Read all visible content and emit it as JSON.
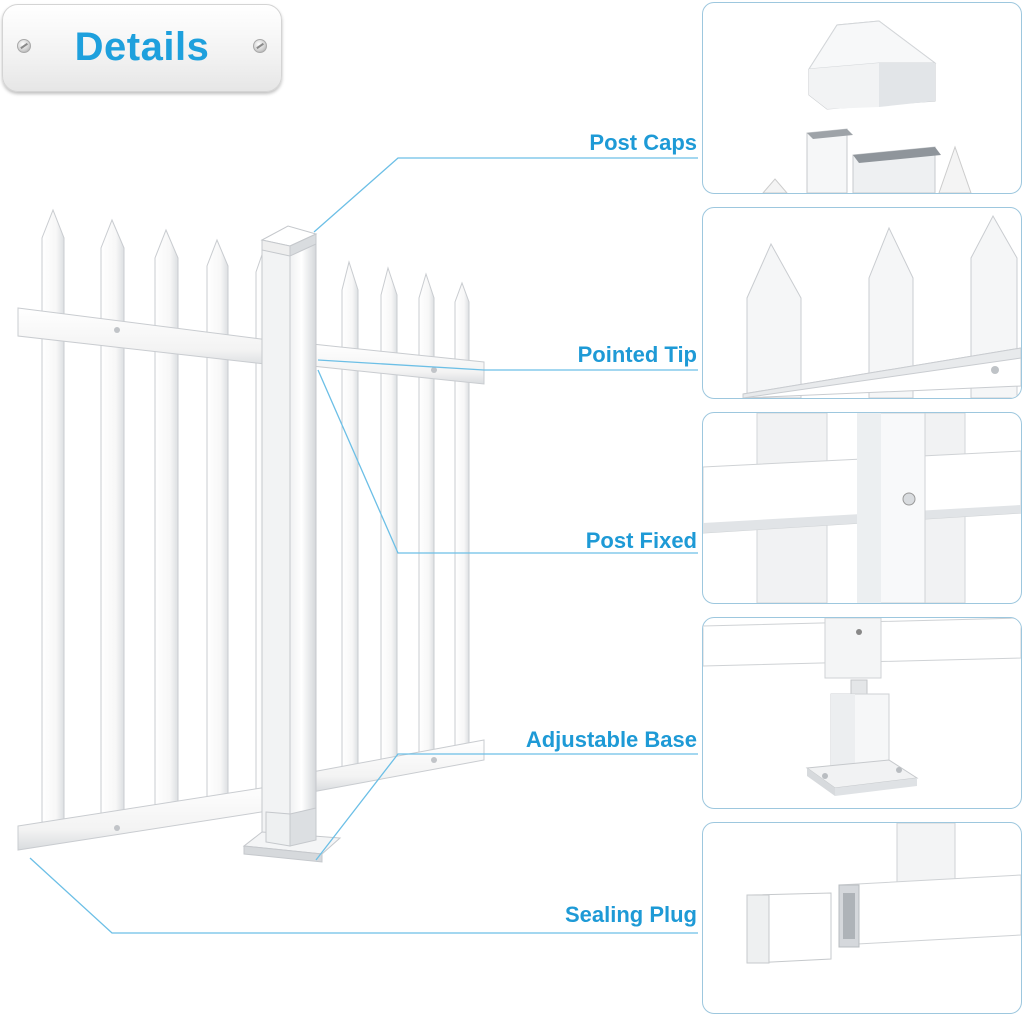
{
  "title": "Details",
  "details": [
    {
      "label": "Post Caps",
      "icon": "post-caps-image"
    },
    {
      "label": "Pointed Tip",
      "icon": "pointed-tip-image"
    },
    {
      "label": "Post Fixed",
      "icon": "post-fixed-image"
    },
    {
      "label": "Adjustable Base",
      "icon": "adjustable-base-image"
    },
    {
      "label": "Sealing Plug",
      "icon": "sealing-plug-image"
    }
  ],
  "colors": {
    "accent": "#1ea0dd",
    "callout_line": "#6cbfe6",
    "panel_border": "#9dc7de",
    "fence_white": "#ffffff",
    "fence_shade": "#e4e6e8"
  }
}
